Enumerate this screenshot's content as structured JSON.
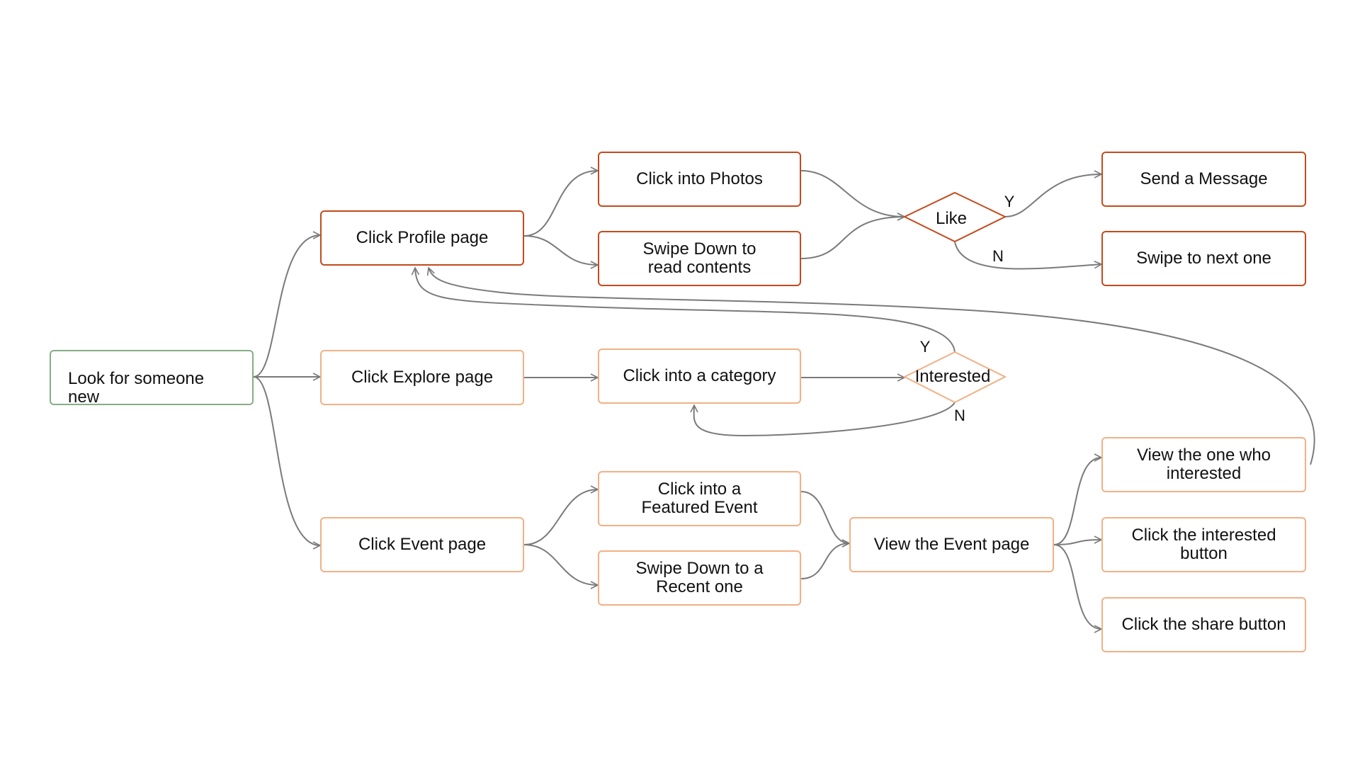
{
  "colors": {
    "profile_branch": "#c44a1c",
    "explore_event_branch": "#f2b085",
    "start": "#86ad86",
    "edge": "#7a7a7a"
  },
  "nodes": {
    "start": "Look for someone new",
    "profile": "Click Profile page",
    "explore": "Click Explore page",
    "event": "Click Event page",
    "photos": "Click into Photos",
    "swipe_contents": "Swipe Down to\nread contents",
    "category": "Click into a category",
    "featured": "Click into a\nFeatured Event",
    "recent": "Swipe Down to a\nRecent one",
    "view_event": "View the Event page",
    "send_message": "Send a Message",
    "swipe_next": "Swipe to next one",
    "view_interested": "View the one who\ninterested",
    "interested_button": "Click the interested\nbutton",
    "share_button": "Click the share button"
  },
  "decisions": {
    "like": "Like",
    "interested": "Interested"
  },
  "edge_labels": {
    "like_yes": "Y",
    "like_no": "N",
    "interested_yes": "Y",
    "interested_no": "N"
  }
}
